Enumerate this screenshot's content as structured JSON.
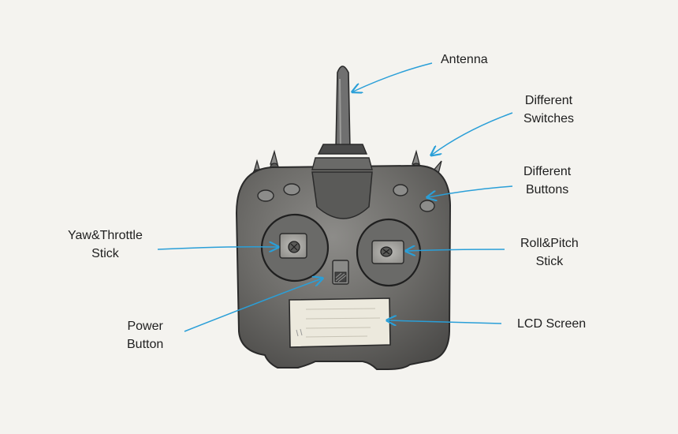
{
  "labels": {
    "antenna": [
      "Antenna"
    ],
    "switches": [
      "Different",
      "Switches"
    ],
    "buttons": [
      "Different",
      "Buttons"
    ],
    "yaw_throttle": [
      "Yaw&Throttle",
      "Stick"
    ],
    "roll_pitch": [
      "Roll&Pitch",
      "Stick"
    ],
    "power": [
      "Power",
      "Button"
    ],
    "lcd": [
      "LCD Screen"
    ]
  },
  "colors": {
    "background": "#f4f3ef",
    "arrow": "#2a9fd8",
    "body": "#6b6b69",
    "outline": "#2a2a2a",
    "screen": "#ece9dd",
    "text": "#1e1e1e"
  }
}
